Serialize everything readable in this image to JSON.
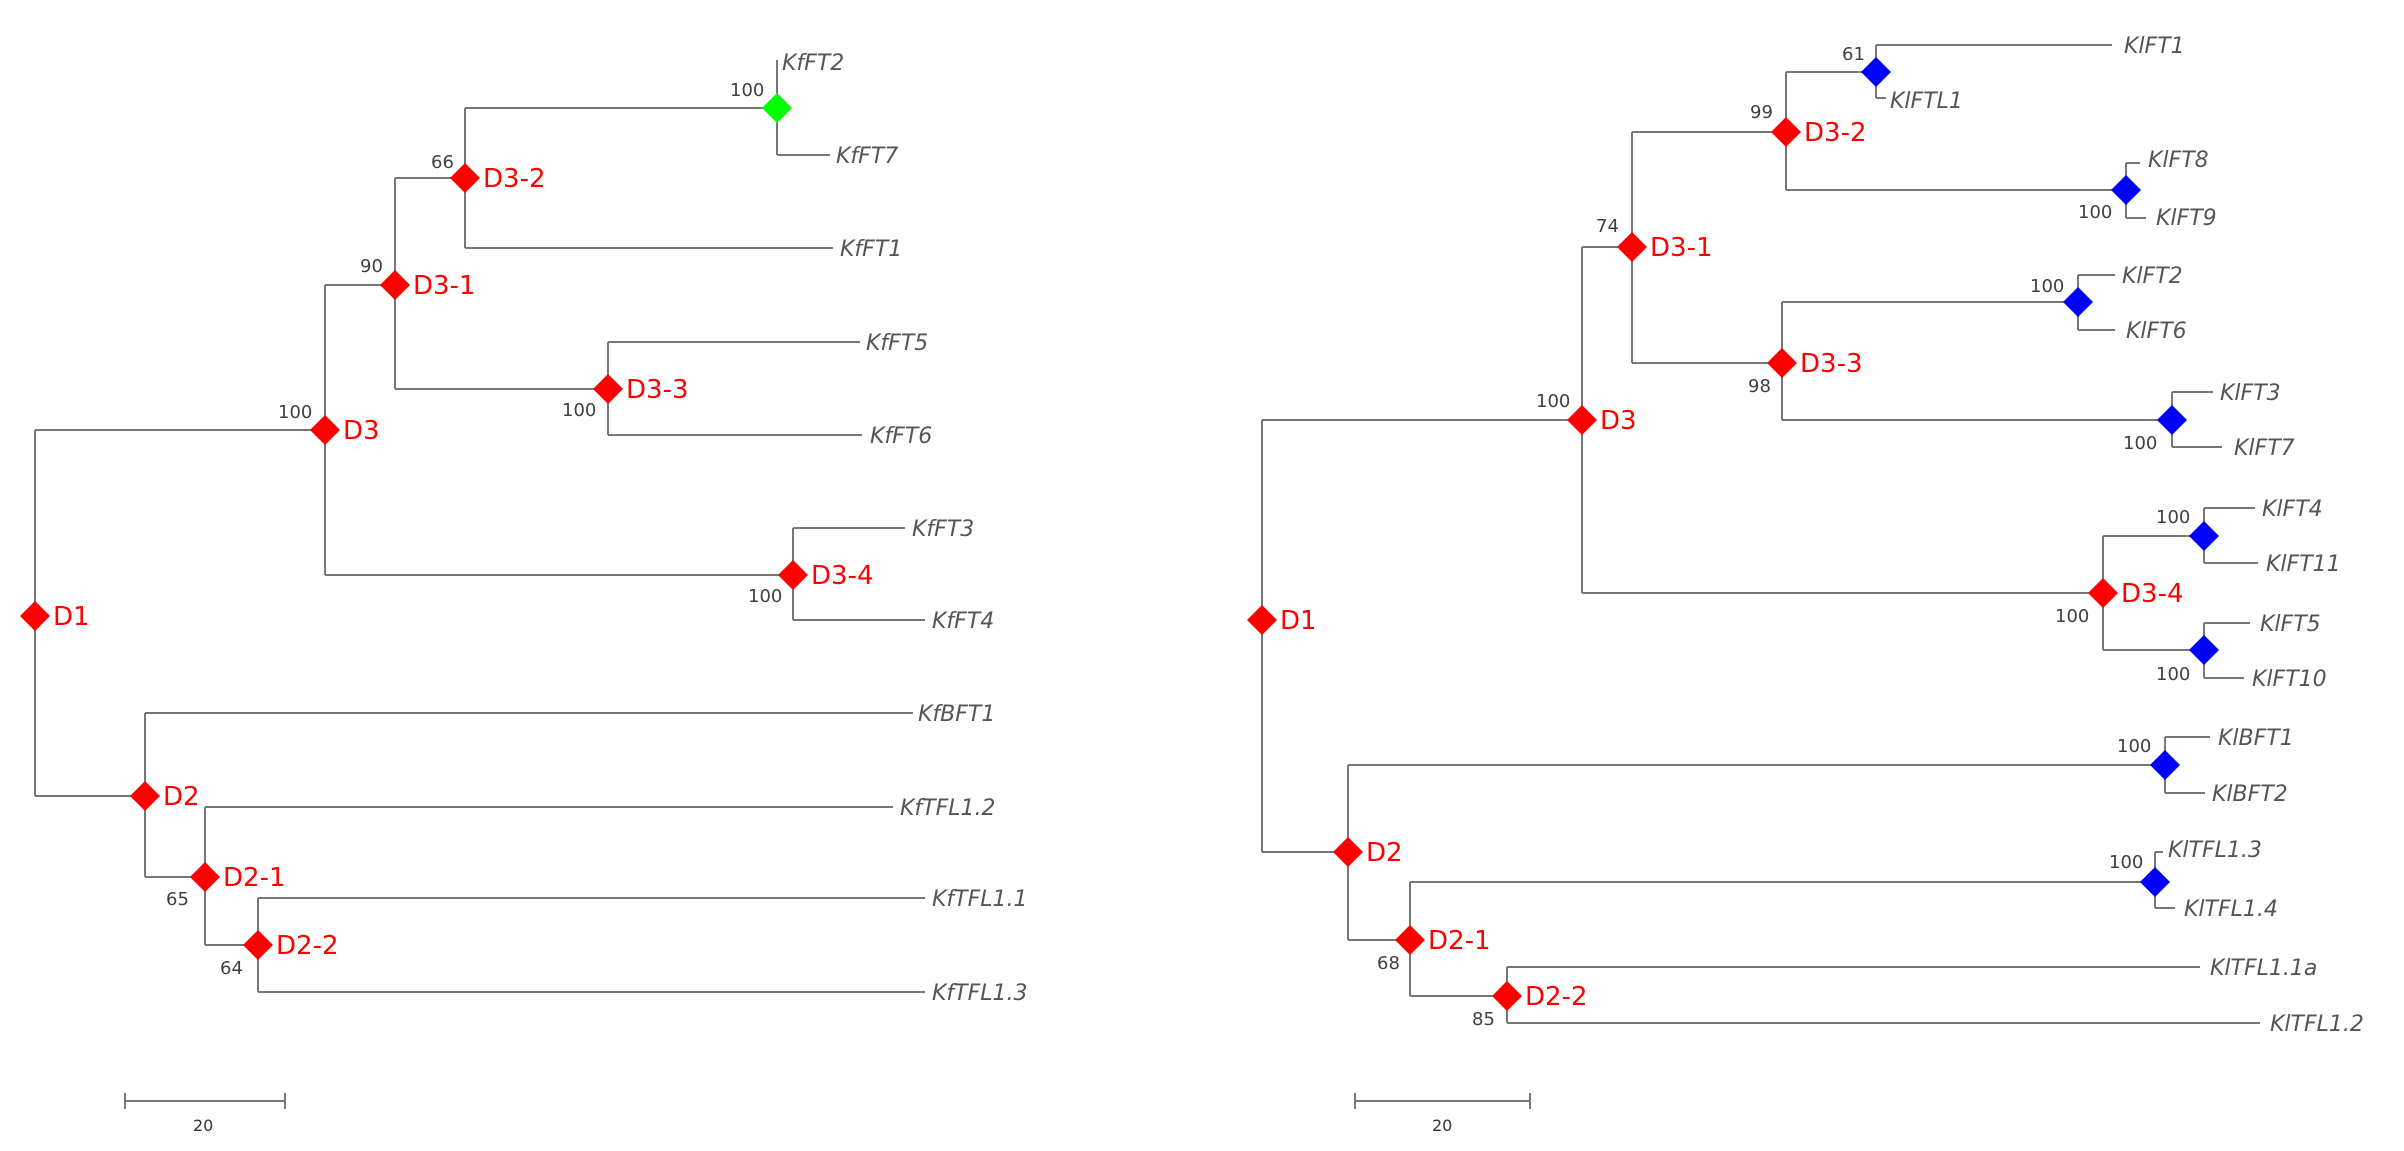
{
  "colors": {
    "branch": "#777777",
    "duplication_node": "#ff0000",
    "left_special_node": "#00ff00",
    "right_species_node": "#0000ff",
    "label_text": "#555555",
    "node_label_text": "#ff0000"
  },
  "left_tree": {
    "leaves": [
      "KfFT2",
      "KfFT7",
      "KfFT1",
      "KfFT5",
      "KfFT6",
      "KfFT3",
      "KfFT4",
      "KfBFT1",
      "KfTFL1.2",
      "KfTFL1.1",
      "KfTFL1.3"
    ],
    "node_labels": [
      "D1",
      "D3",
      "D3-1",
      "D3-2",
      "D3-3",
      "D3-4",
      "D2",
      "D2-1",
      "D2-2"
    ],
    "support_values": [
      "100",
      "66",
      "90",
      "100",
      "100",
      "100",
      "65",
      "64"
    ],
    "scale_label": "20"
  },
  "right_tree": {
    "leaves": [
      "KlFT1",
      "KlFTL1",
      "KlFT8",
      "KlFT9",
      "KlFT2",
      "KlFT6",
      "KlFT3",
      "KlFT7",
      "KlFT4",
      "KlFT11",
      "KlFT5",
      "KlFT10",
      "KlBFT1",
      "KlBFT2",
      "KlTFL1.3",
      "KlTFL1.4",
      "KlTFL1.1a",
      "KlTFL1.2"
    ],
    "node_labels": [
      "D1",
      "D3",
      "D3-1",
      "D3-2",
      "D3-3",
      "D3-4",
      "D2",
      "D2-1",
      "D2-2"
    ],
    "support_values": [
      "61",
      "99",
      "100",
      "74",
      "100",
      "98",
      "100",
      "100",
      "100",
      "100",
      "100",
      "100",
      "100",
      "68",
      "85"
    ],
    "scale_label": "20"
  }
}
